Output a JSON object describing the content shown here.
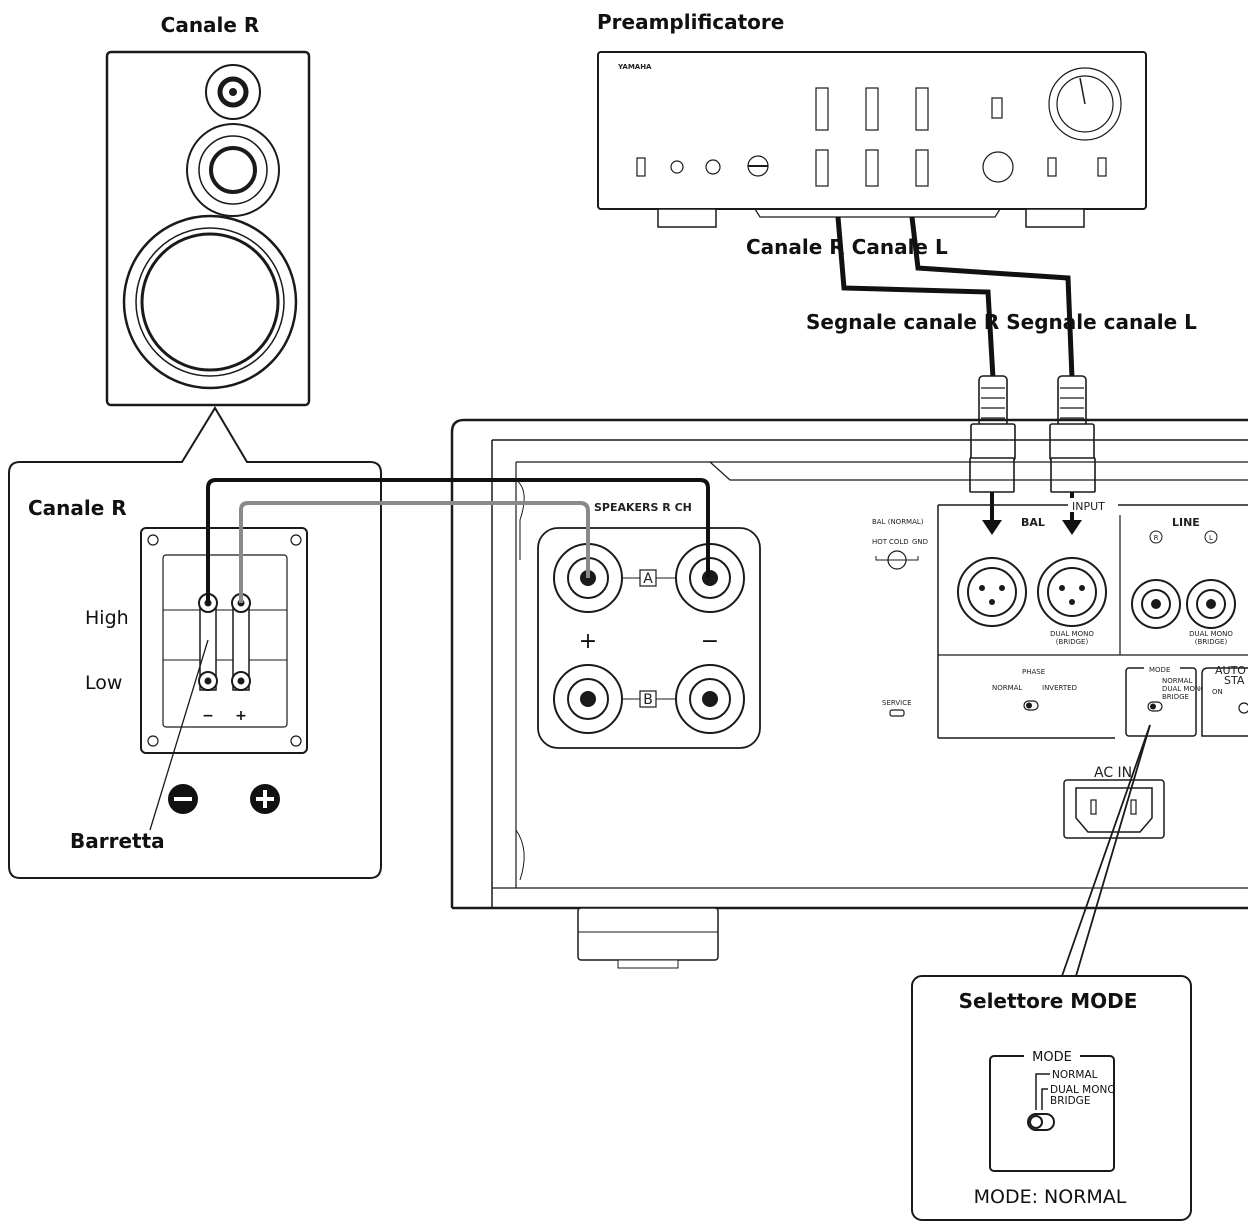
{
  "labels": {
    "speaker_title": "Canale R",
    "preamp_title": "Preamplificatore",
    "cable_labels": "Canale R Canale L",
    "signal_labels": "Segnale canale R Segnale canale L",
    "inset_title": "Canale R",
    "high": "High",
    "low": "Low",
    "minus": "−",
    "plus": "+",
    "bar": "Barretta",
    "mode_selector_title": "Selettore MODE",
    "mode_status": "MODE: NORMAL"
  },
  "panel": {
    "brand": "YAMAHA",
    "speakers_r_ch": "SPEAKERS R CH",
    "terminal_a": "A",
    "terminal_b": "B",
    "terminal_plus": "+",
    "terminal_minus": "−",
    "input": "INPUT",
    "bal": "BAL",
    "line": "LINE",
    "line_r": "R",
    "line_l": "L",
    "bal_normal": "BAL (NORMAL)",
    "pin_hot": "HOT",
    "pin_cold": "COLD",
    "pin_gnd": "GND",
    "dual_mono": "DUAL MONO",
    "bridge_paren": "(BRIDGE)",
    "phase": "PHASE",
    "phase_normal": "NORMAL",
    "phase_inverted": "INVERTED",
    "service": "SERVICE",
    "mode": "MODE",
    "mode_normal": "NORMAL",
    "mode_dual_mono": "DUAL MONO",
    "mode_bridge": "BRIDGE",
    "auto_standby_1": "AUTO",
    "auto_standby_2": "STA",
    "auto_on": "ON",
    "ac_in": "AC IN"
  },
  "mode_zoom": {
    "mode": "MODE",
    "normal": "NORMAL",
    "dual_mono": "DUAL MONO",
    "bridge": "BRIDGE"
  },
  "colors": {
    "line": "#1a1a1a",
    "grey_cable": "#8a8a8a",
    "dark_cable": "#111111",
    "panel_fill": "#f4f4f4"
  }
}
